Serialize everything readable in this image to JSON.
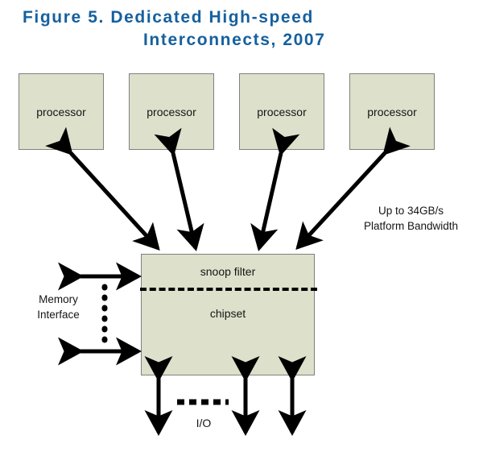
{
  "figure": {
    "title_line1": "Figure 5.  Dedicated High-speed",
    "title_line2": "Interconnects, 2007",
    "title_color": "#15609f"
  },
  "colors": {
    "box_fill": "#dde0ca",
    "box_border": "#808080",
    "arrow": "#000000",
    "text": "#151515"
  },
  "processors": [
    {
      "label": "processor"
    },
    {
      "label": "processor"
    },
    {
      "label": "processor"
    },
    {
      "label": "processor"
    }
  ],
  "chipset": {
    "snoop_filter_label": "snoop filter",
    "chipset_label": "chipset"
  },
  "annotations": {
    "bandwidth_line1": "Up to 34GB/s",
    "bandwidth_line2": "Platform Bandwidth",
    "memory_interface_line1": "Memory",
    "memory_interface_line2": "Interface",
    "io_label": "I/O"
  }
}
